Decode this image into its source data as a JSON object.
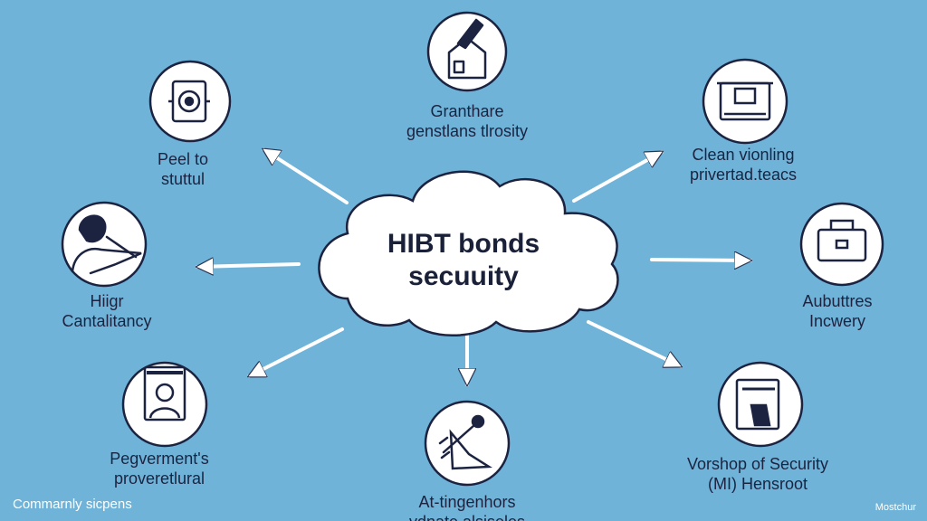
{
  "center": {
    "line1": "HIBT bonds",
    "line2": "secuuity"
  },
  "nodes": {
    "top_center": {
      "line1": "Granthare",
      "line2": "genstlans tlrosity",
      "icon": "house-pen-icon"
    },
    "top_left": {
      "line1": "Peel to",
      "line2": "stuttul",
      "icon": "gear-lock-icon"
    },
    "top_right": {
      "line1": "Clean vionling",
      "line2": "privertad.teacs",
      "icon": "server-icon"
    },
    "mid_left": {
      "line1": "Hiigr",
      "line2": "Cantalitancy",
      "icon": "person-icon"
    },
    "mid_right": {
      "line1": "Aubuttres",
      "line2": "Incwery",
      "icon": "toolbox-icon"
    },
    "bottom_left": {
      "line1": "Pegverment's",
      "line2": "proveretlural",
      "icon": "guard-icon"
    },
    "bottom_center": {
      "line1": "At-tingenhors",
      "line2": "vdnate alsiseles",
      "icon": "hand-tool-icon"
    },
    "bottom_right": {
      "line1": "Vorshop of Security",
      "line2": "(MI) Hensroot",
      "icon": "document-icon"
    }
  },
  "footer": {
    "left": "Commarnly sicpens",
    "right": "Mostchur"
  },
  "colors": {
    "background": "#6fb3d8",
    "stroke": "#1c2340",
    "arrow": "#ffffff",
    "circle": "#ffffff"
  }
}
